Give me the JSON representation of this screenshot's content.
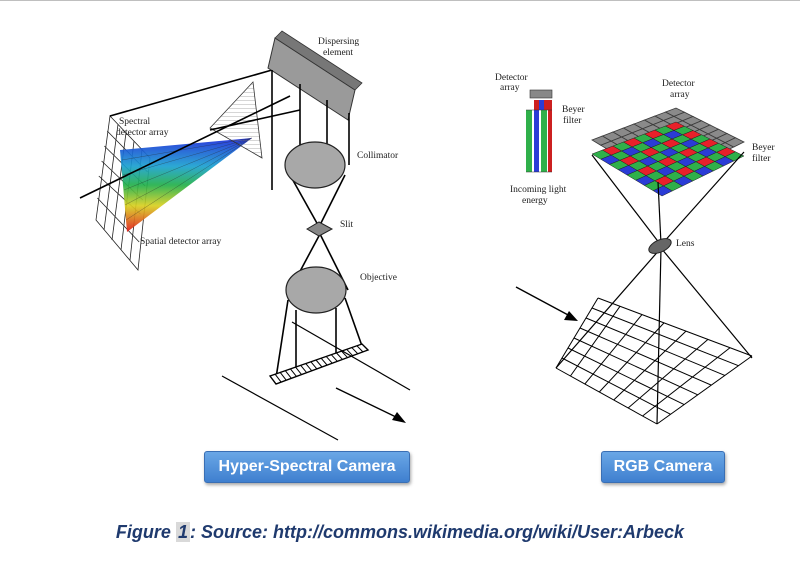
{
  "hyper": {
    "labels": {
      "dispersing": [
        "Dispersing",
        "element"
      ],
      "spectral_array": [
        "Spectral",
        "detector array"
      ],
      "collimator": "Collimator",
      "slit": "Slit",
      "spatial_array": "Spatial detector array",
      "objective": "Objective"
    },
    "button": "Hyper-Spectral Camera"
  },
  "rgb": {
    "inset": {
      "detector": [
        "Detector",
        "array"
      ],
      "beyer": [
        "Beyer",
        "filter"
      ],
      "incoming": [
        "Incoming light",
        "energy"
      ]
    },
    "labels": {
      "detector": [
        "Detector",
        "array"
      ],
      "beyer": [
        "Beyer",
        "filter"
      ],
      "lens": "Lens"
    },
    "button": "RGB Camera"
  },
  "caption": {
    "prefix": "Figure ",
    "number": "1",
    "text": ": Source: http://commons.wikimedia.org/wiki/User:Arbeck"
  },
  "colors": {
    "button_fill": "#4a8ad6",
    "caption": "#1f3a6e",
    "filter_red": "#e8202a",
    "filter_green": "#2fb04a",
    "filter_blue": "#2a3cd6"
  }
}
